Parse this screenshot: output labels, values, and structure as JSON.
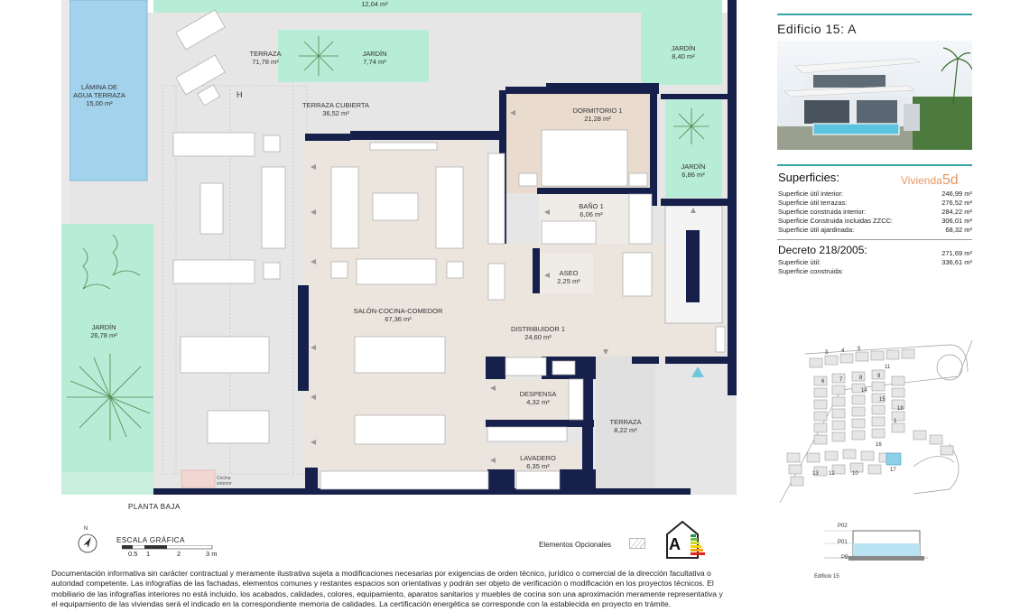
{
  "building": {
    "title": "Edificio 15: A"
  },
  "plan": {
    "floor_label": "PLANTA BAJA",
    "rooms": [
      {
        "name": "",
        "area": "12,04 m²"
      },
      {
        "name": "TERRAZA",
        "area": "71,78 m²"
      },
      {
        "name": "JARDÍN",
        "area": "7,74 m²"
      },
      {
        "name": "JARDÍN",
        "area": "8,40 m²"
      },
      {
        "name": "LÁMINA DE AGUA TERRAZA",
        "area": "15,00 m²"
      },
      {
        "name": "TERRAZA CUBIERTA",
        "area": "36,52 m²"
      },
      {
        "name": "DORMITORIO 1",
        "area": "21,28 m²"
      },
      {
        "name": "JARDÍN",
        "area": "6,86 m²"
      },
      {
        "name": "BAÑO 1",
        "area": "6,06 m²"
      },
      {
        "name": "ASEO",
        "area": "2,25 m²"
      },
      {
        "name": "SALÓN-COCINA-COMEDOR",
        "area": "67,36 m²"
      },
      {
        "name": "DISTRIBUIDOR 1",
        "area": "24,60 m²"
      },
      {
        "name": "JARDÍN",
        "area": "26,78 m²"
      },
      {
        "name": "DESPENSA",
        "area": "4,32 m²"
      },
      {
        "name": "TERRAZA",
        "area": "8,22 m²"
      },
      {
        "name": "LAVADERO",
        "area": "6,35 m²"
      }
    ],
    "small_labels": {
      "h_mark": "H",
      "cocina_exterior": "Cocina exterior"
    }
  },
  "surfaces": {
    "heading": "Superficies:",
    "vivienda_prefix": "Vivienda",
    "vivienda_code": "5d",
    "rows": [
      {
        "label": "Superficie útil interior:",
        "value": "246,99 m²"
      },
      {
        "label": "Superficie útil terrazas:",
        "value": "276,52 m²"
      },
      {
        "label": "Superficie construida interior:",
        "value": "284,22 m²"
      },
      {
        "label": "Superficie Construida incluidas ZZCC:",
        "value": "306,01 m²"
      },
      {
        "label": "Superficie útil ajardinada:",
        "value": "68,32 m²"
      }
    ]
  },
  "decree": {
    "heading": "Decreto 218/2005:",
    "rows": [
      {
        "label": "Superficie útil:",
        "value": "271,69 m²"
      },
      {
        "label": "Superficie construida:",
        "value": "336,61 m²"
      }
    ]
  },
  "legend": {
    "north": "N",
    "scale_title": "ESCALA GRÁFICA",
    "scale_marks": [
      "0.5",
      "1",
      "2",
      "3 m"
    ],
    "optional_elements": "Elementos Opcionales",
    "energy_class": "A"
  },
  "site_plan": {
    "numbers": [
      "3",
      "4",
      "5",
      "6",
      "7",
      "8",
      "9",
      "10",
      "11",
      "12",
      "13",
      "14",
      "15",
      "16",
      "17",
      "18",
      "1"
    ]
  },
  "section": {
    "levels": [
      "P02",
      "P01",
      "PB"
    ],
    "caption": "Edificio 15"
  },
  "disclaimer": "Documentación informativa sin carácter contractual y meramente ilustrativa sujeta a modificaciones necesarias por exigencias de orden técnico, jurídico o comercial de la dirección facultativa o autoridad competente. Las infografías de las fachadas, elementos comunes y restantes espacios son orientativas y podrán ser objeto de verificación o modificación en los proyectos técnicos. El mobiliario de las infografías interiores no está incluido, los acabados, calidades, colores, equipamiento, aparatos sanitarios y muebles de cocina son una aproximación meramente representativa y el equipamiento de las viviendas será el indicado en la correspondiente memoria de calidades. La certificación energética se corresponde con la establecida en proyecto en trámite.",
  "colors": {
    "wall": "#16204a",
    "water": "#9fd0ea",
    "garden": "#b7ecd6",
    "terrace": "#e4e4e4",
    "interior": "#ece6df",
    "accent": "#38a3a5",
    "vivienda": "#e8955f"
  }
}
